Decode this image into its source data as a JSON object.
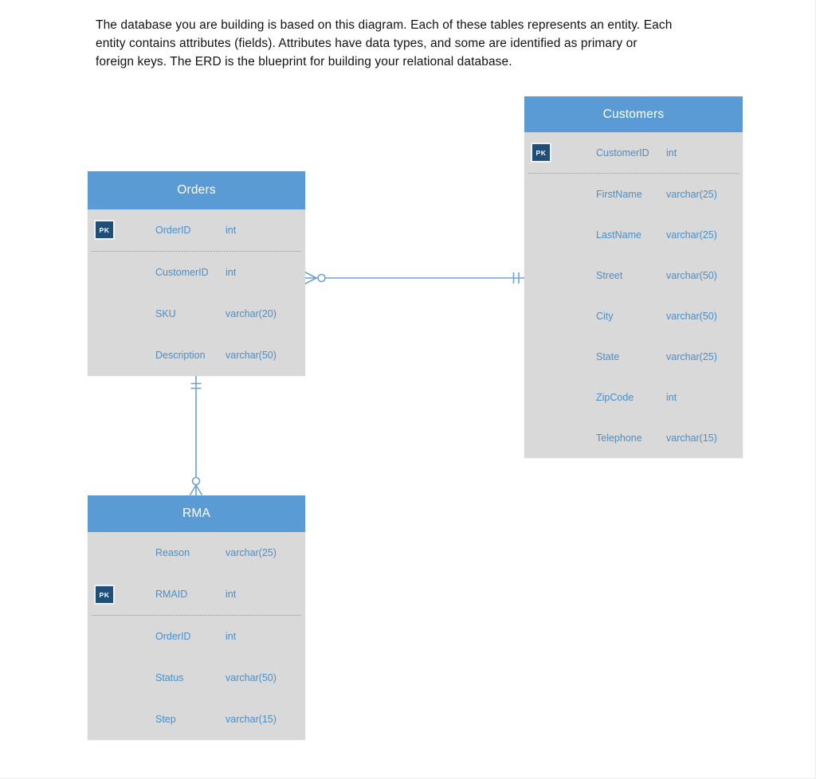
{
  "intro": {
    "lines": [
      "The database you are building is based on this diagram. Each of these tables represents an entity. Each",
      "entity contains attributes (fields). Attributes have data types, and some are identified as primary or",
      "foreign keys. The ERD is the blueprint for building your relational database."
    ]
  },
  "erd": {
    "pk_label": "PK",
    "tables": [
      {
        "name": "Orders",
        "columns": [
          {
            "name": "OrderID",
            "type": "int",
            "pk": true
          },
          {
            "name": "CustomerID",
            "type": "int",
            "pk": false
          },
          {
            "name": "SKU",
            "type": "varchar(20)",
            "pk": false
          },
          {
            "name": "Description",
            "type": "varchar(50)",
            "pk": false
          }
        ]
      },
      {
        "name": "Customers",
        "columns": [
          {
            "name": "CustomerID",
            "type": "int",
            "pk": true
          },
          {
            "name": "FirstName",
            "type": "varchar(25)",
            "pk": false
          },
          {
            "name": "LastName",
            "type": "varchar(25)",
            "pk": false
          },
          {
            "name": "Street",
            "type": "varchar(50)",
            "pk": false
          },
          {
            "name": "City",
            "type": "varchar(50)",
            "pk": false
          },
          {
            "name": "State",
            "type": "varchar(25)",
            "pk": false
          },
          {
            "name": "ZipCode",
            "type": "int",
            "pk": false
          },
          {
            "name": "Telephone",
            "type": "varchar(15)",
            "pk": false
          }
        ]
      },
      {
        "name": "RMA",
        "columns": [
          {
            "name": "Reason",
            "type": "varchar(25)",
            "pk": false
          },
          {
            "name": "RMAID",
            "type": "int",
            "pk": true
          },
          {
            "name": "OrderID",
            "type": "int",
            "pk": false
          },
          {
            "name": "Status",
            "type": "varchar(50)",
            "pk": false
          },
          {
            "name": "Step",
            "type": "varchar(15)",
            "pk": false
          }
        ]
      }
    ],
    "relationships": [
      {
        "from_table": "Orders",
        "to_table": "Customers",
        "from_cardinality": "zero-or-many",
        "to_cardinality": "one-and-only-one"
      },
      {
        "from_table": "RMA",
        "to_table": "Orders",
        "from_cardinality": "zero-or-many",
        "to_cardinality": "one-and-only-one"
      }
    ],
    "colors": {
      "header_fill": "#5b9bd5",
      "body_fill": "#d9d9d9",
      "pk_badge_fill": "#1f4e79",
      "attribute_text": "#4a8fc7",
      "connector": "#6ea2d2"
    }
  }
}
